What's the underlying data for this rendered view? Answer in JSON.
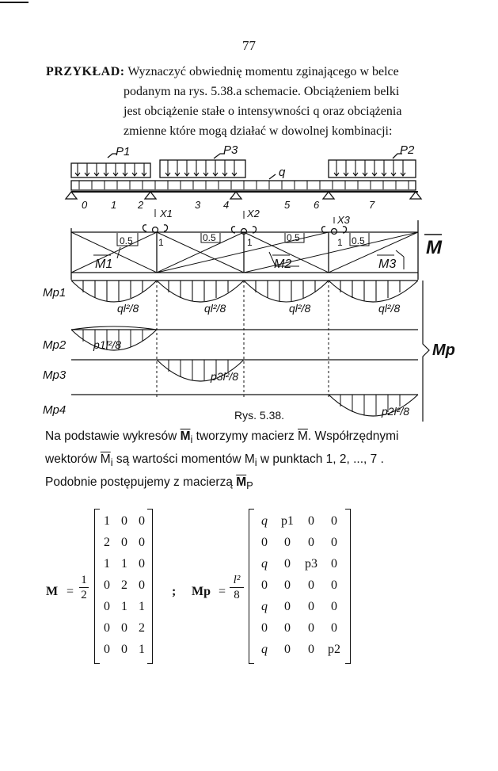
{
  "page_number": "77",
  "intro": {
    "lead": "PRZYKŁAD:",
    "line1_rest": " Wyznaczyć obwiednię momentu  zginającego w belce",
    "line2": "podanym na rys. 5.38.a schemacie. Obciążeniem belki",
    "line3": "jest obciążenie stałe o intensywności q oraz obciążenia",
    "line4": "zmienne które  mogą działać w dowolnej kombinacji:"
  },
  "figure": {
    "load_labels": [
      "P1",
      "P3",
      "P2",
      "q"
    ],
    "node_numbers": [
      "0",
      "1",
      "2",
      "3",
      "4",
      "5",
      "6",
      "7"
    ],
    "redundant_labels": [
      "X1",
      "X2",
      "X3"
    ],
    "unit_values": [
      "0.5",
      "0.5",
      "0.5",
      "0.5"
    ],
    "hinge_labels": [
      "1",
      "1",
      "1"
    ],
    "unit_diagram_labels": [
      "M1",
      "M2",
      "M3"
    ],
    "m_bar_label": "M",
    "row_labels": [
      "Mp1",
      "Mp2",
      "Mp3",
      "Mp4"
    ],
    "q_moment_labels": [
      "ql²/8",
      "ql²/8",
      "ql²/8",
      "ql²/8"
    ],
    "p_moment_labels": [
      "p1l²/8",
      "p3l²/8",
      "p2l²/8"
    ],
    "mp_label": "Mp",
    "caption": "Rys. 5.38."
  },
  "after": {
    "line1a": "Na podstawie wykresów ",
    "line1b": "M",
    "line1c": "i",
    "line1d": " tworzymy macierz ",
    "line1e": "M",
    "line1f": ". Współrzędnymi",
    "line2a": "wektorów ",
    "line2b": "M",
    "line2c": "i",
    "line2d": " są wartości momentów M",
    "line2e": "i",
    "line2f": " w punktach 1, 2, ..., 7 .",
    "line3a": "Podobnie postępujemy z macierzą ",
    "line3b": "M",
    "line3c": "P"
  },
  "matrix_M": {
    "label": "M",
    "eq": "=",
    "coef_num": "1",
    "coef_den": "2",
    "rows": [
      [
        "1",
        "0",
        "0"
      ],
      [
        "2",
        "0",
        "0"
      ],
      [
        "1",
        "1",
        "0"
      ],
      [
        "0",
        "2",
        "0"
      ],
      [
        "0",
        "1",
        "1"
      ],
      [
        "0",
        "0",
        "2"
      ],
      [
        "0",
        "0",
        "1"
      ]
    ]
  },
  "separator": ";",
  "matrix_Mp": {
    "label": "Mp",
    "eq": "=",
    "coef_num": "l²",
    "coef_den": "8",
    "rows": [
      [
        "q",
        "p1",
        "0",
        "0"
      ],
      [
        "0",
        "0",
        "0",
        "0"
      ],
      [
        "q",
        "0",
        "p3",
        "0"
      ],
      [
        "0",
        "0",
        "0",
        "0"
      ],
      [
        "q",
        "0",
        "0",
        "0"
      ],
      [
        "0",
        "0",
        "0",
        "0"
      ],
      [
        "q",
        "0",
        "0",
        "p2"
      ]
    ]
  }
}
